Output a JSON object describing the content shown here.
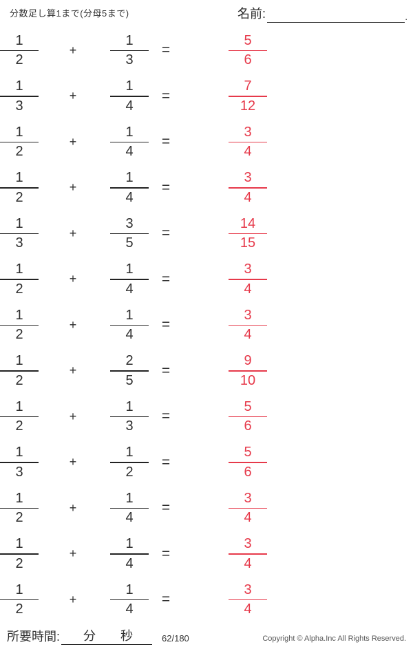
{
  "header": {
    "title": "分数足し算1まで(分母5まで)",
    "name_label": "名前:",
    "name_period": "."
  },
  "problems": [
    {
      "a_num": "1",
      "a_den": "2",
      "op": "+",
      "b_num": "1",
      "b_den": "3",
      "eq": "=",
      "ans_num": "5",
      "ans_den": "6"
    },
    {
      "a_num": "1",
      "a_den": "3",
      "op": "+",
      "b_num": "1",
      "b_den": "4",
      "eq": "=",
      "ans_num": "7",
      "ans_den": "12"
    },
    {
      "a_num": "1",
      "a_den": "2",
      "op": "+",
      "b_num": "1",
      "b_den": "4",
      "eq": "=",
      "ans_num": "3",
      "ans_den": "4"
    },
    {
      "a_num": "1",
      "a_den": "2",
      "op": "+",
      "b_num": "1",
      "b_den": "4",
      "eq": "=",
      "ans_num": "3",
      "ans_den": "4"
    },
    {
      "a_num": "1",
      "a_den": "3",
      "op": "+",
      "b_num": "3",
      "b_den": "5",
      "eq": "=",
      "ans_num": "14",
      "ans_den": "15"
    },
    {
      "a_num": "1",
      "a_den": "2",
      "op": "+",
      "b_num": "1",
      "b_den": "4",
      "eq": "=",
      "ans_num": "3",
      "ans_den": "4"
    },
    {
      "a_num": "1",
      "a_den": "2",
      "op": "+",
      "b_num": "1",
      "b_den": "4",
      "eq": "=",
      "ans_num": "3",
      "ans_den": "4"
    },
    {
      "a_num": "1",
      "a_den": "2",
      "op": "+",
      "b_num": "2",
      "b_den": "5",
      "eq": "=",
      "ans_num": "9",
      "ans_den": "10"
    },
    {
      "a_num": "1",
      "a_den": "2",
      "op": "+",
      "b_num": "1",
      "b_den": "3",
      "eq": "=",
      "ans_num": "5",
      "ans_den": "6"
    },
    {
      "a_num": "1",
      "a_den": "3",
      "op": "+",
      "b_num": "1",
      "b_den": "2",
      "eq": "=",
      "ans_num": "5",
      "ans_den": "6"
    },
    {
      "a_num": "1",
      "a_den": "2",
      "op": "+",
      "b_num": "1",
      "b_den": "4",
      "eq": "=",
      "ans_num": "3",
      "ans_den": "4"
    },
    {
      "a_num": "1",
      "a_den": "2",
      "op": "+",
      "b_num": "1",
      "b_den": "4",
      "eq": "=",
      "ans_num": "3",
      "ans_den": "4"
    },
    {
      "a_num": "1",
      "a_den": "2",
      "op": "+",
      "b_num": "1",
      "b_den": "4",
      "eq": "=",
      "ans_num": "3",
      "ans_den": "4"
    }
  ],
  "footer": {
    "time_label": "所要時間:",
    "minutes_label": "分",
    "seconds_label": "秒",
    "page_number": "62/180",
    "copyright": "Copyright ©  Alpha.Inc All Rights Reserved."
  },
  "colors": {
    "answer": "#e6394a",
    "text": "#2e2e2e"
  }
}
